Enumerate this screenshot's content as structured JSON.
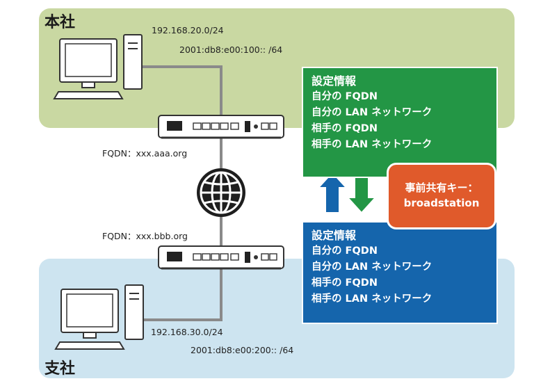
{
  "hq": {
    "label": "本社",
    "ipv4": "192.168.20.0/24",
    "ipv6": "2001:db8:e00:100:: /64",
    "fqdn": "FQDN：xxx.aaa.org",
    "color": "#c9d8a2"
  },
  "branch": {
    "label": "支社",
    "ipv4": "192.168.30.0/24",
    "ipv6": "2001:db8:e00:200:: /64",
    "fqdn": "FQDN：xxx.bbb.org",
    "color": "#cde4f0"
  },
  "settings_hq": {
    "title": "設定情報",
    "items": [
      "自分の FQDN",
      "自分の LAN ネットワーク",
      "相手の FQDN",
      "相手の LAN ネットワーク"
    ],
    "color": "#239645"
  },
  "settings_branch": {
    "title": "設定情報",
    "items": [
      "自分の FQDN",
      "自分の LAN ネットワーク",
      "相手の FQDN",
      "相手の LAN ネットワーク"
    ],
    "color": "#1565ac"
  },
  "psk": {
    "label": "事前共有キー：",
    "value": "broadstation",
    "color": "#e05a2b"
  },
  "icons": {
    "pc": "desktop-computer-icon",
    "router": "router-icon",
    "internet": "globe-icon"
  }
}
